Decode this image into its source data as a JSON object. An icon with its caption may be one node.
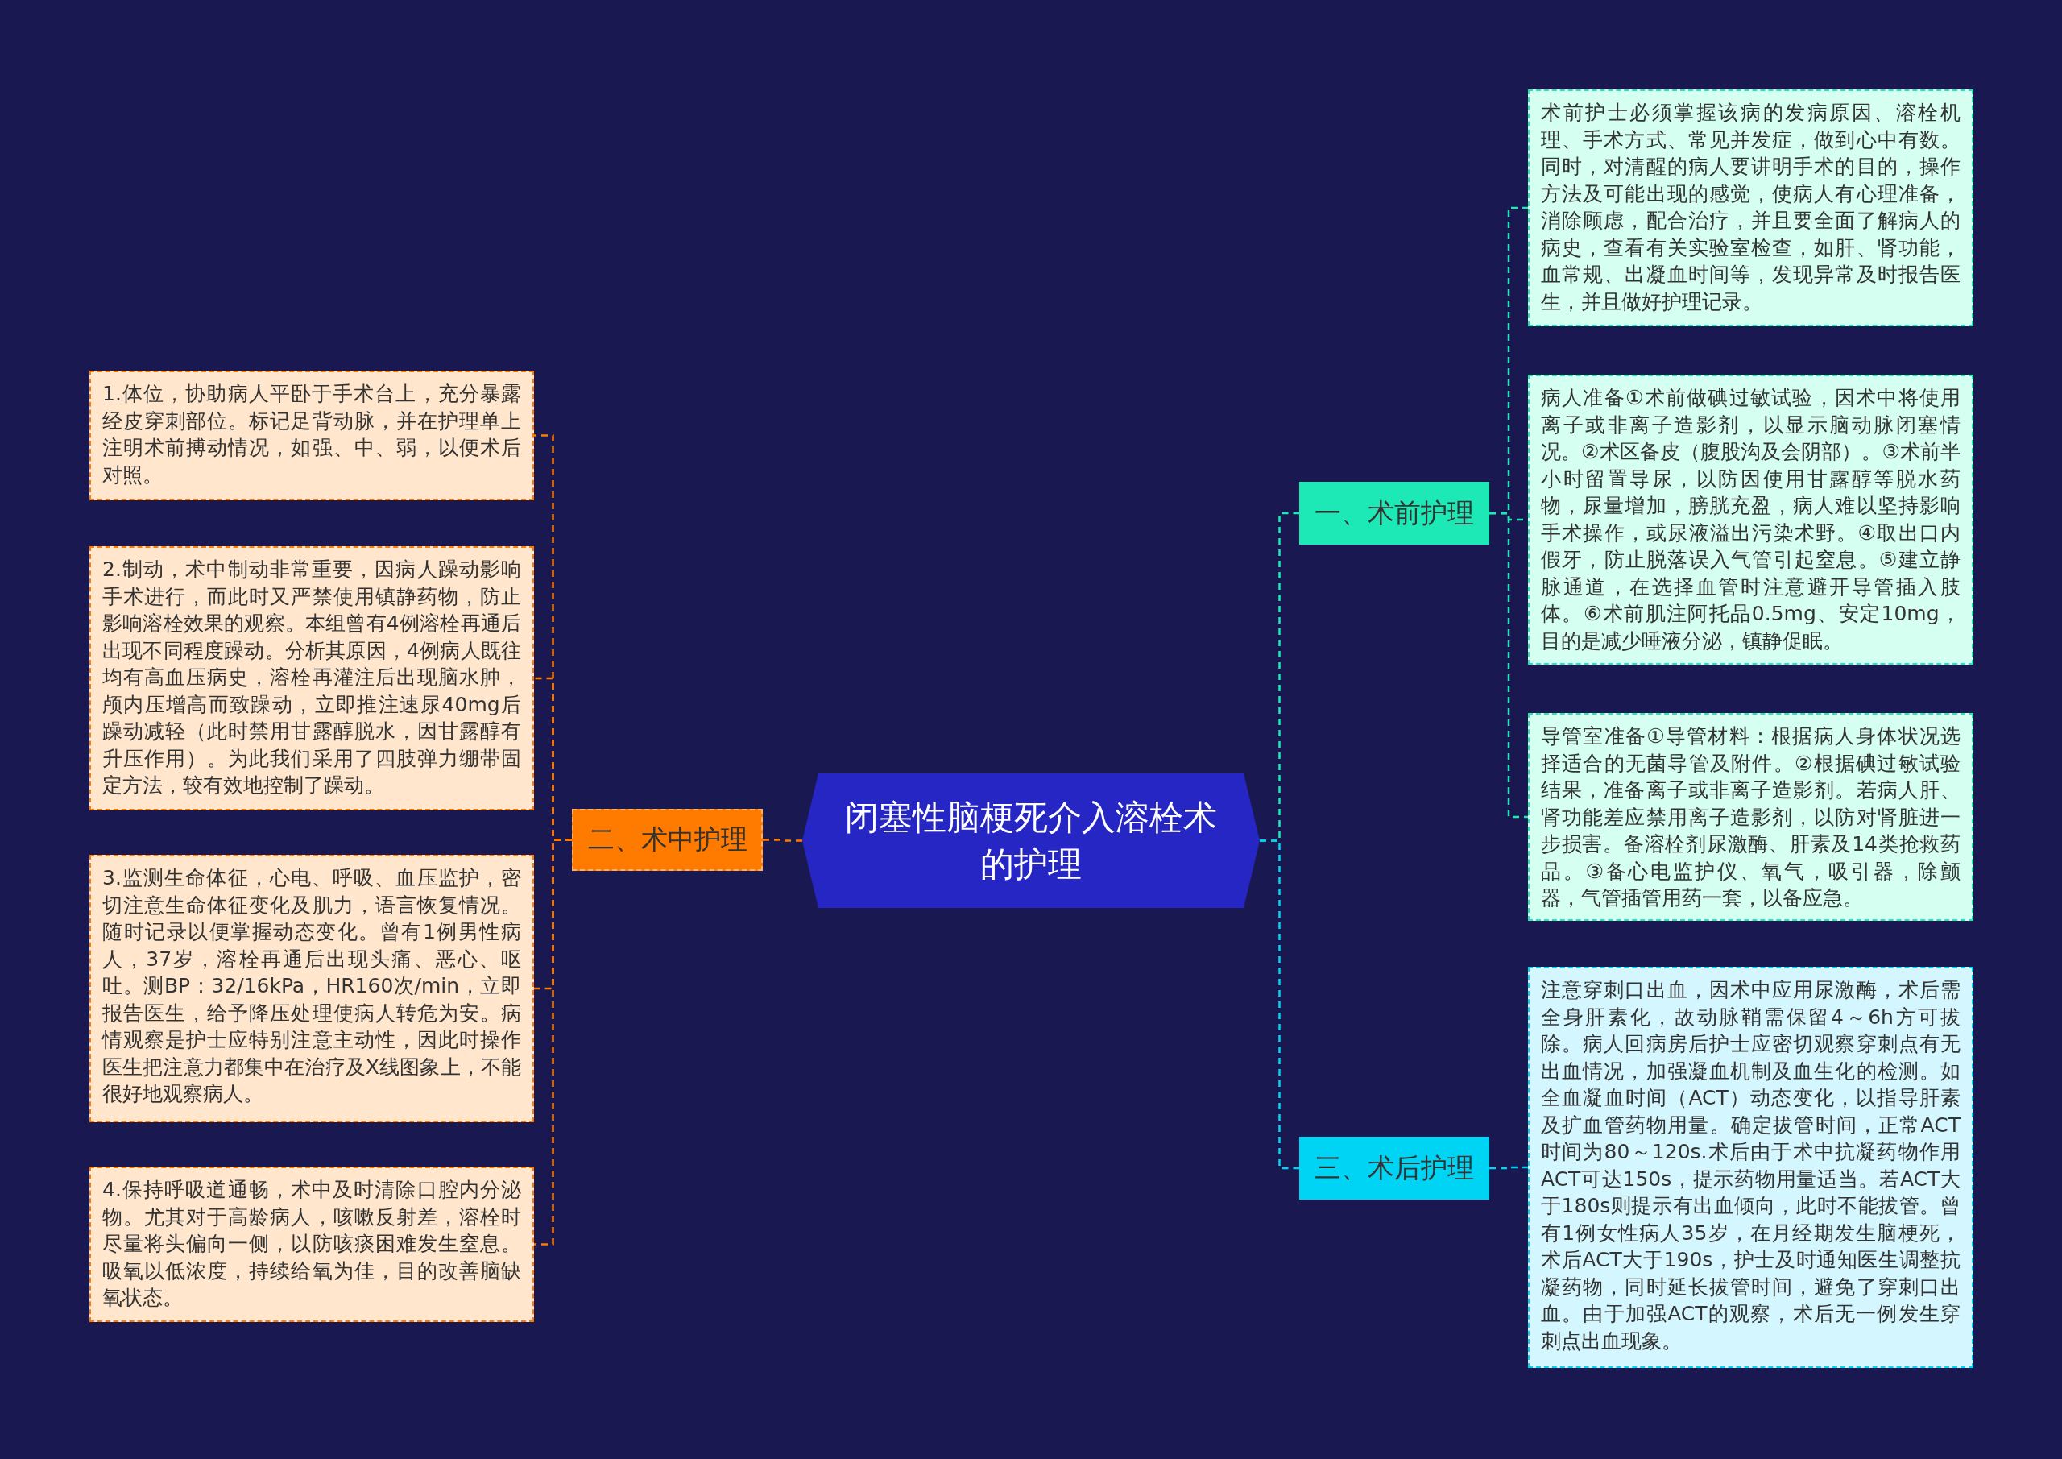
{
  "diagram": {
    "nodes": [
      {
        "text": [
          "闭塞性脑梗死介入溶栓术的护理"
        ]
      },
      {
        "text": [
          "一、术前护理"
        ]
      },
      {
        "text": [
          "术前护士必须掌握该病的发病原因、溶栓机理、手术方式、常见并发症，做到心中有数。同时，对清醒的病人要讲明手术的目的，操作方法及可能出现的感觉，使病人有心理准备，消除顾虑，配合治疗，并且要全面了解病人的病史，查看有关实验室检查，如肝、肾功能，血常规、出凝血时间等，发现异常及时报告医生，并且做好护理记录。"
        ]
      },
      {
        "text": [
          "病人准备①术前做碘过敏试验，因术中将使用离子或非离子造影剂，以显示脑动脉闭塞情况。②术区备皮（腹股沟及会阴部）。③术前半小时留置导尿，以防因使用甘露醇等脱水药物，尿量增加，膀胱充盈，病人难以坚持影响手术操作，或尿液溢出污染术野。④取出口内假牙，防止脱落误入气管引起窒息。⑤建立静脉通道，在选择血管时注意避开导管插入肢体。⑥术前肌注阿托品0.5mg、安定10mg，目的是减少唾液分泌，镇静促眠。"
        ]
      },
      {
        "text": [
          "导管室准备①导管材料：根据病人身体状况选择适合的无菌导管及附件。②根据碘过敏试验结果，准备离子或非离子造影剂。若病人肝、肾功能差应禁用离子造影剂，以防对肾脏进一步损害。备溶栓剂尿激酶、肝素及14类抢救药品。③备心电监护仪、氧气，吸引器，除颤器，气管插管用药一套，以备应急。"
        ]
      },
      {
        "text": [
          "二、术中护理"
        ]
      },
      {
        "text": [
          "1.体位，协助病人平卧于手术台上，充分暴露经皮穿刺部位。标记足背动脉，并在护理单上注明术前搏动情况，如强、中、弱，以便术后对照。"
        ]
      },
      {
        "text": [
          "2.制动，术中制动非常重要，因病人躁动影响手术进行，而此时又严禁使用镇静药物，防止影响溶栓效果的观察。本组曾有4例溶栓再通后出现不同程度躁动。分析其原因，4例病人既往均有高血压病史，溶栓再灌注后出现脑水肿，颅内压增高而致躁动，立即推注速尿40mg后躁动减轻（此时禁用甘露醇脱水，因甘露醇有升压作用）。为此我们采用了四肢弹力绷带固定方法，较有效地控制了躁动。"
        ]
      },
      {
        "text": [
          "3.监测生命体征，心电、呼吸、血压监护，密切注意生命体征变化及肌力，语言恢复情况。随时记录以便掌握动态变化。曾有1例男性病人，37岁，溶栓再通后出现头痛、恶心、呕吐。测BP：32/16kPa，HR160次/min，立即报告医生，给予降压处理使病人转危为安。病情观察是护士应特别注意主动性，因此时操作医生把注意力都集中在治疗及X线图象上，不能很好地观察病人。"
        ]
      },
      {
        "text": [
          "4.保持呼吸道通畅，术中及时清除口腔内分泌物。尤其对于高龄病人，咳嗽反射差，溶栓时尽量将头偏向一侧，以防咳痰困难发生窒息。吸氧以低浓度，持续给氧为佳，目的改善脑缺氧状态。"
        ]
      },
      {
        "text": [
          "三、术后护理"
        ]
      },
      {
        "text": [
          "注意穿刺口出血，因术中应用尿激酶，术后需全身肝素化，故动脉鞘需保留4～6h方可拔除。病人回病房后护士应密切观察穿刺点有无出血情况，加强凝血机制及血生化的检测。如全血凝血时间（ACT）动态变化，以指导肝素及扩血管药物用量。确定拔管时间，正常ACT时间为80～120s.术后由于术中抗凝药物作用ACT可达150s，提示药物用量适当。若ACT大于180s则提示有出血倾向，此时不能拔管。曾有1例女性病人35岁，在月经期发生脑梗死，术后ACT大于190s，护士及时通知医生调整抗凝药物，同时延长拔管时间，避免了穿刺口出血。由于加强ACT的观察，术后无一例发生穿刺点出血现象。"
        ]
      }
    ],
    "edges": [
      {
        "from": 0,
        "to": 1,
        "arrow": "none",
        "color": "#1de9b6"
      },
      {
        "from": 1,
        "to": 2,
        "arrow": "none",
        "color": "#1de9b6"
      },
      {
        "from": 1,
        "to": 3,
        "arrow": "none",
        "color": "#1de9b6"
      },
      {
        "from": 1,
        "to": 4,
        "arrow": "none",
        "color": "#1de9b6"
      },
      {
        "from": 0,
        "to": 5,
        "arrow": "none",
        "color": "#ff7b00"
      },
      {
        "from": 5,
        "to": 6,
        "arrow": "none",
        "color": "#ff7b00"
      },
      {
        "from": 5,
        "to": 7,
        "arrow": "none",
        "color": "#ff7b00"
      },
      {
        "from": 5,
        "to": 8,
        "arrow": "none",
        "color": "#ff7b00"
      },
      {
        "from": 5,
        "to": 9,
        "arrow": "none",
        "color": "#ff7b00"
      },
      {
        "from": 0,
        "to": 10,
        "arrow": "none",
        "color": "#00d4f5"
      },
      {
        "from": 10,
        "to": 11,
        "arrow": "none",
        "color": "#00d4f5"
      }
    ]
  }
}
